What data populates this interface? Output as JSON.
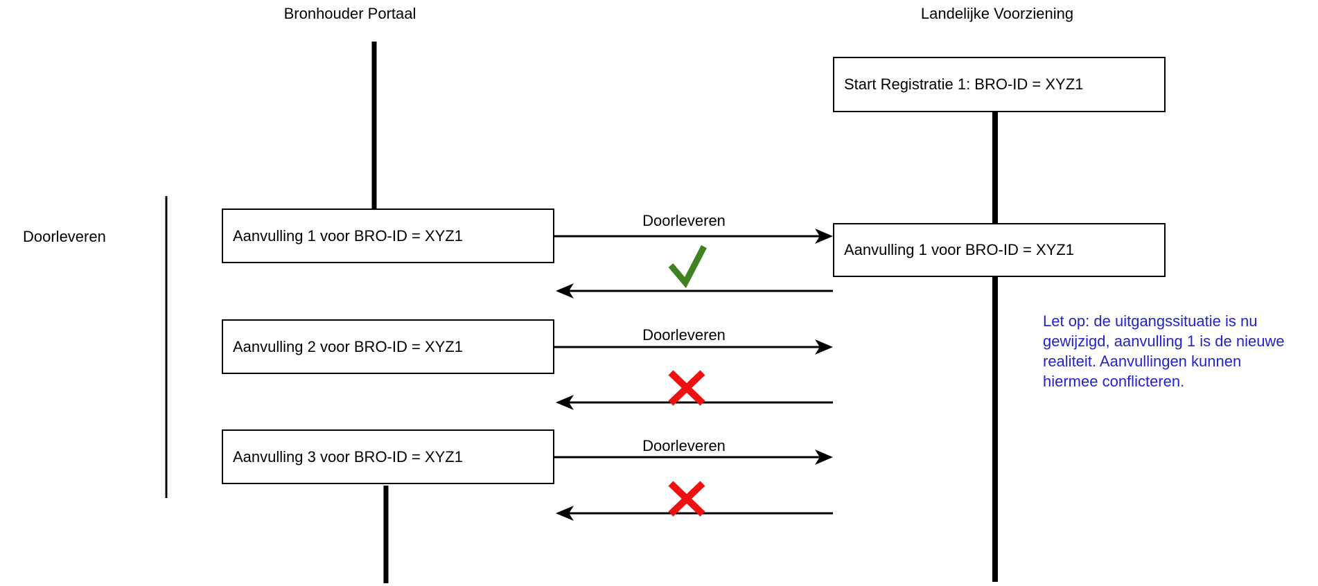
{
  "diagram": {
    "title_left": "Bronhouder Portaal",
    "title_right": "Landelijke Voorziening",
    "group_label": "Doorleveren",
    "boxes": {
      "start_registration": "Start Registratie 1: BRO-ID = XYZ1",
      "aanvulling_1_left": "Aanvulling 1 voor BRO-ID = XYZ1",
      "aanvulling_2_left": "Aanvulling 2 voor BRO-ID = XYZ1",
      "aanvulling_3_left": "Aanvulling 3 voor BRO-ID = XYZ1",
      "aanvulling_1_right": "Aanvulling 1 voor BRO-ID = XYZ1"
    },
    "messages": {
      "doorleveren_1": "Doorleveren",
      "doorleveren_2": "Doorleveren",
      "doorleveren_3": "Doorleveren"
    },
    "results": {
      "response_1": "success-check",
      "response_2": "failure-x",
      "response_3": "failure-x"
    },
    "note": {
      "line_1": "Let op: de uitgangssituatie is nu",
      "line_2": "gewijzigd, aanvulling 1 is de nieuwe",
      "line_3": "realiteit. Aanvullingen kunnen",
      "line_4": "hiermee conflicteren."
    },
    "colors": {
      "line_black": "#000000",
      "success_green": "#3e8320",
      "failure_red": "#ee1111",
      "note_blue": "#2222d0"
    }
  }
}
